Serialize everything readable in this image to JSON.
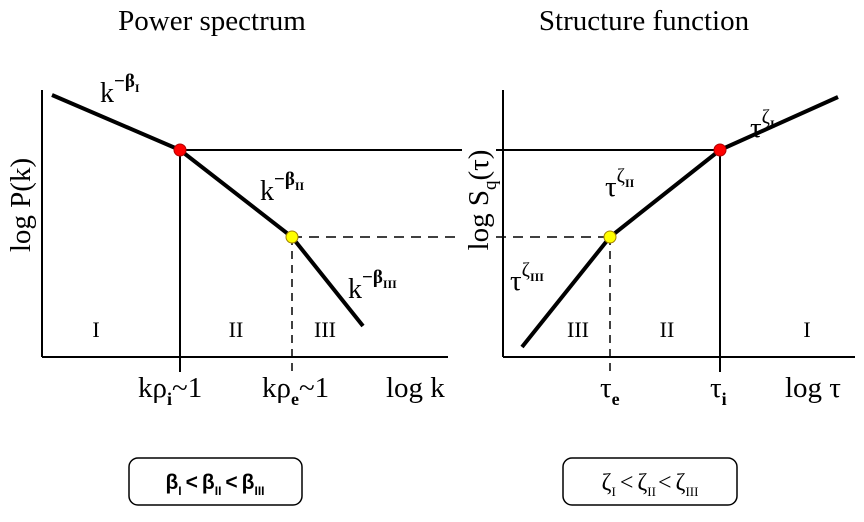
{
  "left_panel": {
    "title": "Power spectrum",
    "ylabel": "log P(k)",
    "xlabel": "log k",
    "regions": [
      "I",
      "II",
      "III"
    ],
    "ticks": [
      {
        "base": "kρ",
        "sub": "i",
        "tail": "~1"
      },
      {
        "base": "kρ",
        "sub": "e",
        "tail": "~1"
      }
    ],
    "slopes": [
      {
        "base": "k",
        "exp": "−β",
        "sub": "I"
      },
      {
        "base": "k",
        "exp": "−β",
        "sub": "II"
      },
      {
        "base": "k",
        "exp": "−β",
        "sub": "III"
      }
    ],
    "relation": {
      "symbol": "β",
      "subs": [
        "I",
        "II",
        "III"
      ],
      "op": "<"
    }
  },
  "right_panel": {
    "title": "Structure function",
    "ylabel": {
      "pre": "log S",
      "sub": "q",
      "post": "(τ)"
    },
    "xlabel": "log τ",
    "regions": [
      "III",
      "II",
      "I"
    ],
    "ticks": [
      {
        "base": "τ",
        "sub": "e"
      },
      {
        "base": "τ",
        "sub": "i"
      }
    ],
    "slopes": [
      {
        "base": "τ",
        "exp": "ζ",
        "sub": "I"
      },
      {
        "base": "τ",
        "exp": "ζ",
        "sub": "II"
      },
      {
        "base": "τ",
        "exp": "ζ",
        "sub": "III"
      }
    ],
    "relation": {
      "symbol": "ζ",
      "subs": [
        "I",
        "II",
        "III"
      ],
      "op": "<"
    }
  },
  "colors": {
    "breakpoint_ion": "#ff0000",
    "breakpoint_electron": "#ffff00"
  }
}
